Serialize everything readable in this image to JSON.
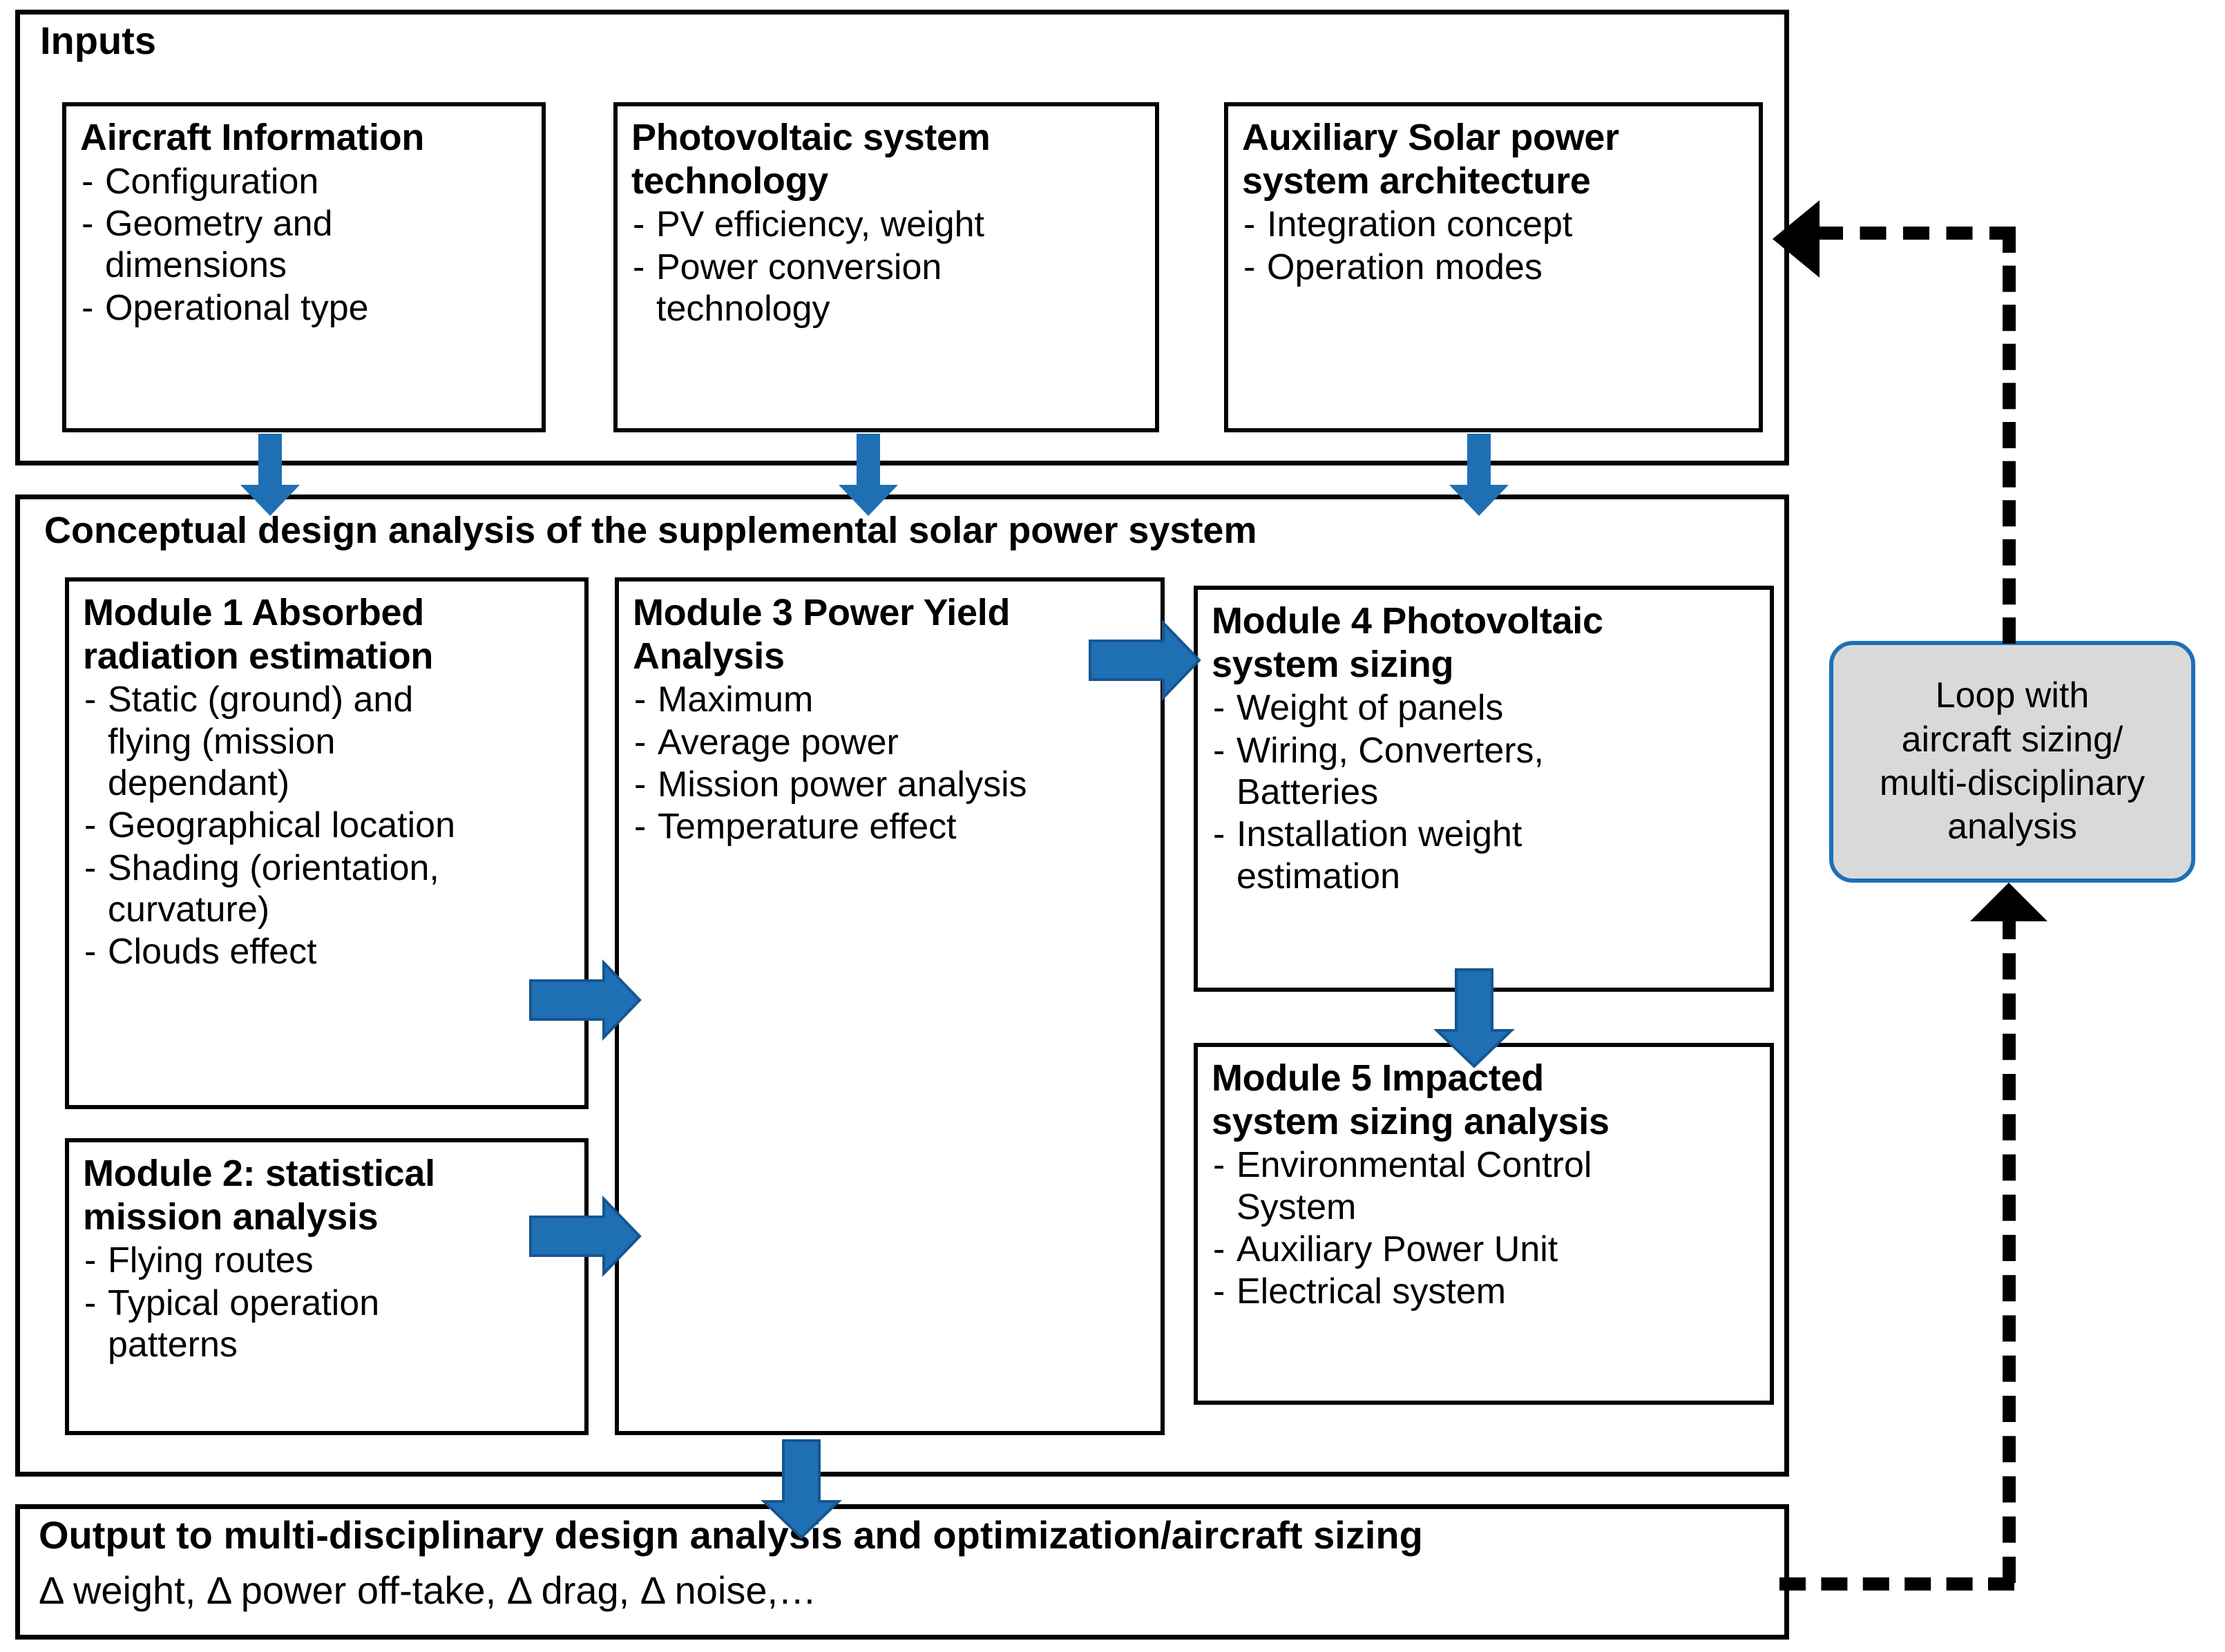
{
  "diagram": {
    "title": "Conceptual design analysis of the supplemental solar power system",
    "accent_blue": "#1f6fb5",
    "loop_box_fill": "#d9d9d9",
    "outline_black": "#000000"
  },
  "inputs": {
    "section_label": "Inputs",
    "cards": [
      {
        "title": "Aircraft Information",
        "items": [
          "Configuration",
          "Geometry and\ndimensions",
          "Operational type"
        ]
      },
      {
        "title": "Photovoltaic system\ntechnology",
        "items": [
          "PV efficiency, weight",
          "Power conversion\ntechnology"
        ]
      },
      {
        "title": "Auxiliary  Solar power\nsystem architecture",
        "items": [
          "Integration concept",
          "Operation modes"
        ]
      }
    ]
  },
  "analysis": {
    "section_label": "Conceptual design analysis of the supplemental  solar power system",
    "modules": [
      {
        "title": "Module 1 Absorbed\nradiation estimation",
        "items": [
          "Static (ground) and\nflying (mission\ndependant)",
          "Geographical location",
          "Shading (orientation,\ncurvature)",
          "Clouds effect"
        ]
      },
      {
        "title": "Module 2: statistical\nmission analysis",
        "items": [
          "Flying routes",
          "Typical operation\npatterns"
        ]
      },
      {
        "title": "Module 3 Power Yield\nAnalysis",
        "items": [
          "Maximum",
          "Average power",
          "Mission power analysis",
          "Temperature effect"
        ]
      },
      {
        "title": "Module 4 Photovoltaic\nsystem sizing",
        "items": [
          "Weight of panels",
          "Wiring, Converters,\nBatteries",
          "Installation weight\nestimation"
        ]
      },
      {
        "title": "Module 5 Impacted\nsystem sizing analysis",
        "items": [
          "Environmental Control\nSystem",
          "Auxiliary Power Unit",
          "Electrical system"
        ]
      }
    ]
  },
  "loop": {
    "label": "Loop with\naircraft sizing/\nmulti-disciplinary\nanalysis"
  },
  "output": {
    "title": "Output to multi-disciplinary  design analysis and optimization/aircraft sizing",
    "subtitle": "Δ weight, Δ power off-take, Δ drag, Δ noise,…"
  }
}
